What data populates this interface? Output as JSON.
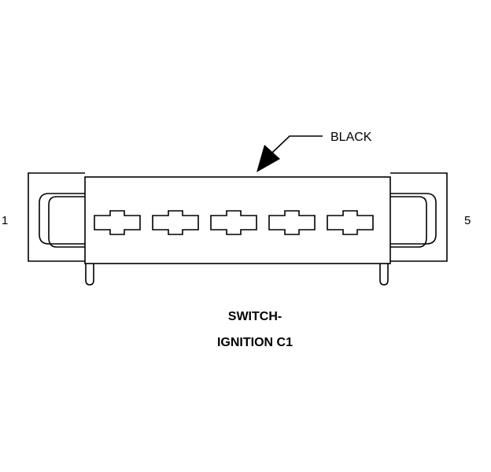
{
  "connector": {
    "color_label": "BLACK",
    "pin_first": "1",
    "pin_last": "5",
    "cavity_count": 5,
    "name_line1": "SWITCH-",
    "name_line2": "IGNITION C1"
  },
  "colors": {
    "line": "#000000",
    "background": "#ffffff"
  }
}
